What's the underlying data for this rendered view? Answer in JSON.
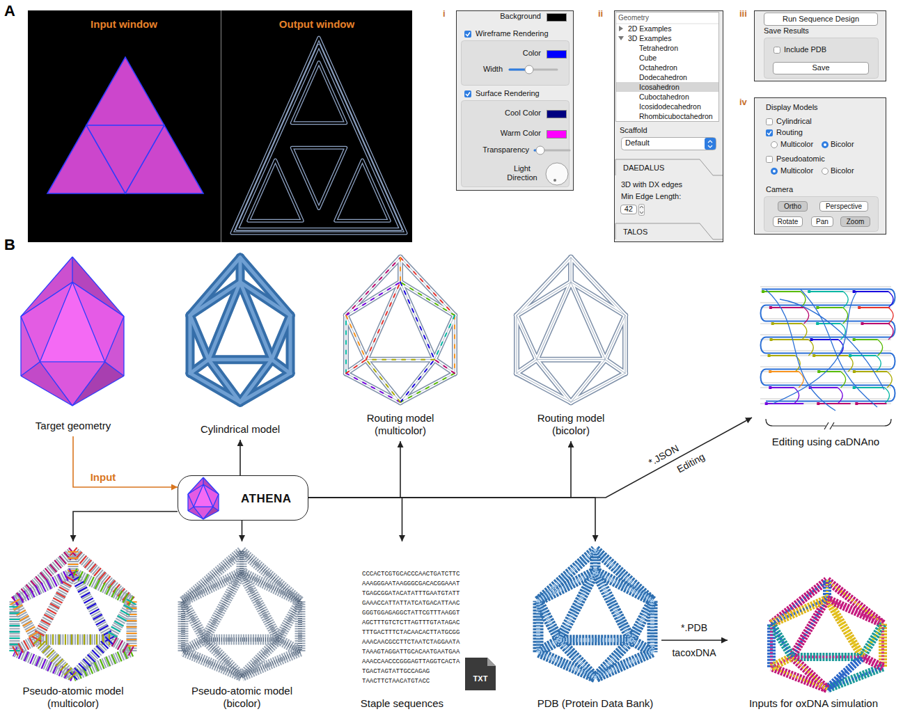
{
  "diagram": {
    "nodes": [
      {
        "text": [
          "Input window",
          "Output window"
        ]
      },
      {
        "text": [
          "Background",
          "Wireframe Rendering",
          "Color",
          "Width",
          "Surface Rendering",
          "Cool Color",
          "Warm Color",
          "Transparency",
          "Light Direction"
        ]
      },
      {
        "text": [
          "Geometry",
          "2D Examples",
          "3D Examples",
          "Tetrahedron",
          "Cube",
          "Octahedron",
          "Dodecahedron",
          "Icosahedron",
          "Cuboctahedron",
          "Icosidodecahedron",
          "Rhombicuboctahedron",
          "Scaffold",
          "DAEDALUS",
          "3D with DX edges",
          "Min Edge Length:",
          "TALOS"
        ]
      },
      {
        "text": [
          "Default"
        ],
        "in": 2
      },
      {
        "text": [
          "42"
        ],
        "in": 2
      },
      {
        "text": [
          "Save Results",
          "Include PDB"
        ]
      },
      {
        "text": [
          "Run Sequence Design"
        ],
        "in": 5
      },
      {
        "text": [
          "Save"
        ],
        "in": 5
      },
      {
        "text": [
          "Display Models",
          "Cylindrical",
          "Routing",
          "Multicolor",
          "Bicolor",
          "Pseudoatomic",
          "Multicolor",
          "Bicolor",
          "Camera"
        ]
      },
      {
        "text": [
          "Ortho"
        ],
        "in": 8
      },
      {
        "text": [
          "Perspective"
        ],
        "in": 8
      },
      {
        "text": [
          "Rotate"
        ],
        "in": 8
      },
      {
        "text": [
          "Pan"
        ],
        "in": 8
      },
      {
        "text": [
          "Zoom"
        ],
        "in": 8
      },
      {
        "text": [
          "Target geometry"
        ]
      },
      {
        "text": [
          "Cylindrical model"
        ]
      },
      {
        "text": [
          "Routing model (multicolor)"
        ]
      },
      {
        "text": [
          "Routing model (bicolor)"
        ]
      },
      {
        "text": [
          "Editing using caDNAno"
        ]
      },
      {
        "text": [
          "ATHENA"
        ]
      },
      {
        "text": [
          "Pseudo-atomic model (multicolor)"
        ]
      },
      {
        "text": [
          "Pseudo-atomic model (bicolor)"
        ]
      },
      {
        "text": [
          "Staple sequences"
        ]
      },
      {
        "text": [
          "PDB (Protein Data Bank)"
        ]
      },
      {
        "text": [
          "Inputs for oxDNA simulation"
        ]
      }
    ],
    "edges": [
      {
        "from": 14,
        "to": 19,
        "arrow": "to",
        "label": "Input"
      },
      {
        "from": 19,
        "to": 15,
        "arrow": "to"
      },
      {
        "from": 19,
        "to": 16,
        "arrow": "to"
      },
      {
        "from": 19,
        "to": 17,
        "arrow": "to"
      },
      {
        "from": 19,
        "to": 18,
        "arrow": "to",
        "label": "*.JSON"
      },
      {
        "from": 19,
        "to": 20,
        "arrow": "to"
      },
      {
        "from": 19,
        "to": 21,
        "arrow": "to"
      },
      {
        "from": 19,
        "to": 22,
        "arrow": "to"
      },
      {
        "from": 19,
        "to": 23,
        "arrow": "to"
      },
      {
        "from": 23,
        "to": 24,
        "arrow": "to",
        "label": "*.PDB"
      }
    ],
    "labels": [
      "A",
      "i",
      "ii",
      "iii",
      "iv",
      "B",
      "Editing",
      "CCCACTCGTGCACCCAACTGATCTTC",
      "AAAGGGAATAAGGGCGACACGGAAAT",
      "TGAGCGGATACATATTTGAATGTATT",
      "GAAACCATTATTATCATGACATTAAC",
      "GGGTGGAGAGGCTATTCGTTTAAGGT",
      "AGCTTTGTCTCTTAGTTTGTATAGAC",
      "TTTGACTTTCTACAACACTTATGCGG",
      "AAACAACGCCTTCTAATCTAGGAATA",
      "TAAAGTAGGATTGCACAATGAATGAA",
      "AAACCAACCCGGGAGTTAGGTCACTA",
      "TGACTAGTATTGCCAGAG",
      "TAACTTCTAACATGTACC",
      "TXT",
      "tacoxDNA"
    ]
  }
}
